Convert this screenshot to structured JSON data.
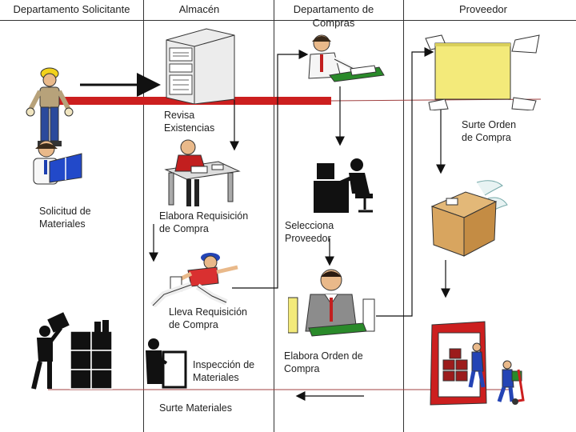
{
  "headers": {
    "solicitante": "Departamento Solicitante",
    "almacen": "Almacén",
    "compras": "Departamento de\nCompras",
    "proveedor": "Proveedor"
  },
  "steps": {
    "revisa": "Revisa\nExistencias",
    "solicitud": "Solicitud de\nMateriales",
    "elabora_requisicion": "Elabora Requisición\nde Compra",
    "lleva_requisicion": "Lleva Requisición\nde Compra",
    "inspeccion": "Inspección de\nMateriales",
    "surte_materiales": "Surte Materiales",
    "selecciona": "Selecciona\nProveedor",
    "elabora_orden": "Elabora Orden de\nCompra",
    "surte_orden": "Surte Orden\nde Compra"
  },
  "colors": {
    "lane_line": "#333333",
    "flow_bar": "#cc1f1f",
    "arrow": "#111111",
    "thin_line": "#a04040",
    "folder": "#f3ea7a",
    "box": "#d8a55f"
  },
  "icons": [
    "worker-icon",
    "reading-person-icon",
    "server-cabinet-icon",
    "writing-person-icon",
    "desk-worker-icon",
    "computer-user-icon",
    "running-courier-icon",
    "manager-icon",
    "loading-worker-icon",
    "inspector-icon",
    "folder-handoff-icon",
    "flying-box-icon",
    "delivery-truck-icon"
  ]
}
